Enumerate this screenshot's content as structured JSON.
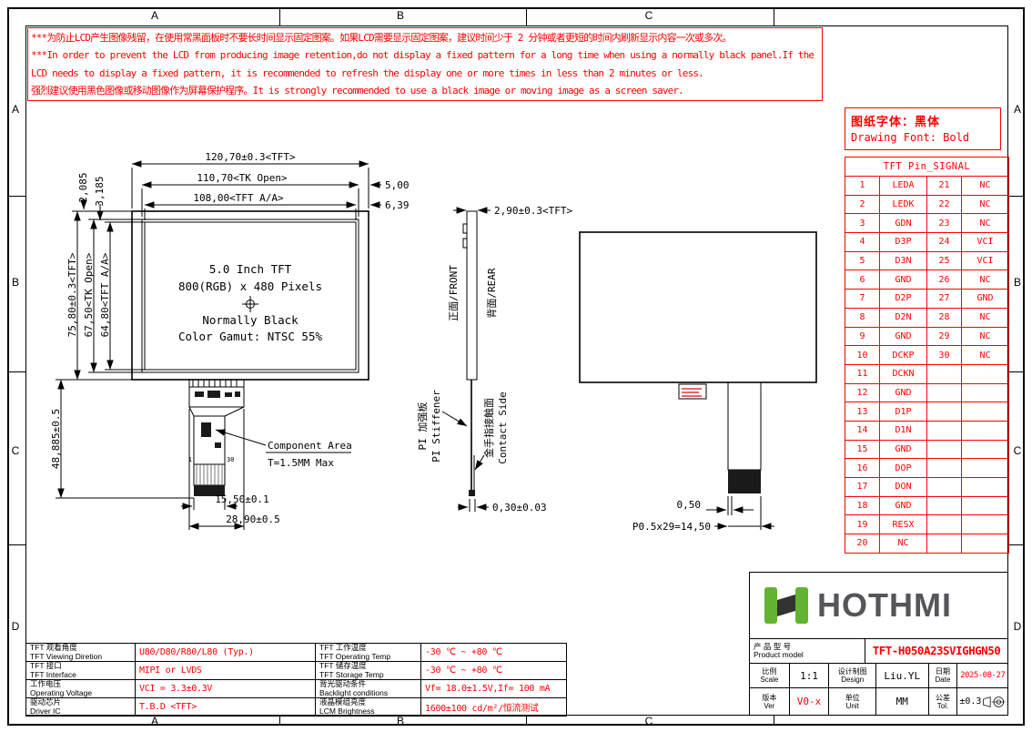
{
  "frame": {
    "rows": [
      "A",
      "B",
      "C",
      "D"
    ],
    "cols": [
      "A",
      "B",
      "C"
    ]
  },
  "warning": {
    "line1": "***为防止LCD产生图像残留，在使用常黑面板时不要长时间显示固定图案。如果LCD需要显示固定图案，建议时间少于 2 分钟或者更短的时间内刷新显示内容一次或多次。",
    "line2": "***In order to prevent the LCD from producing image retention,do not display a fixed pattern for a long time when using a normally black panel.If the",
    "line3": " LCD needs to display a fixed pattern,  it is recommended to refresh the display one or more times in less than 2 minutes or less.",
    "line4": "强烈建议使用黑色图像或移动图像作为屏幕保护程序。It is strongly recommended to use a black image or moving image as a screen saver."
  },
  "font_note": {
    "zh": "图纸字体：黑体",
    "en": "Drawing Font: Bold"
  },
  "front_view": {
    "dim_width_tft": "120,70±0.3<TFT>",
    "dim_width_tk": "110,70<TK Open>",
    "dim_width_aa": "108,00<TFT A/A>",
    "dim_5": "5,00",
    "dim_639": "6,39",
    "dim_2085": "2,085",
    "dim_3185": "3,185",
    "dim_h_tft": "75,80±0.3<TFT>",
    "dim_h_tk": "67,50<TK Open>",
    "dim_h_aa": "64,80<TFT A/A>",
    "dim_fpc_len": "48,885±0.5",
    "dim_fpc_w1": "15,50±0.1",
    "dim_fpc_w2": "28,90±0.5",
    "line1": "5.0 Inch TFT",
    "line2": "800(RGB) x 480 Pixels",
    "line3": "Normally Black",
    "line4": "Color Gamut: NTSC 55%",
    "comp1": "Component Area",
    "comp2": "T=1.5MM Max",
    "pin_first": "1",
    "pin_last": "30"
  },
  "side_view": {
    "dim_thickness": "2,90±0.3<TFT>",
    "front_label": "正面/FRONT",
    "rear_label": "背面/REAR",
    "pi_zh": "PI 加强板",
    "pi_en": "PI Stiffener",
    "contact_zh": "金手指接触面",
    "contact_en": "Contact Side",
    "dim_fpc_t": "0,30±0.03"
  },
  "rear_view": {
    "dim_offset": "0,50",
    "dim_pitch": "P0.5x29=14,50"
  },
  "pin_table": {
    "title": "TFT Pin_SIGNAL",
    "rows": [
      {
        "n1": "1",
        "s1": "LEDA",
        "n2": "21",
        "s2": "NC"
      },
      {
        "n1": "2",
        "s1": "LEDK",
        "n2": "22",
        "s2": "NC"
      },
      {
        "n1": "3",
        "s1": "GDN",
        "n2": "23",
        "s2": "NC"
      },
      {
        "n1": "4",
        "s1": "D3P",
        "n2": "24",
        "s2": "VCI"
      },
      {
        "n1": "5",
        "s1": "D3N",
        "n2": "25",
        "s2": "VCI"
      },
      {
        "n1": "6",
        "s1": "GND",
        "n2": "26",
        "s2": "NC"
      },
      {
        "n1": "7",
        "s1": "D2P",
        "n2": "27",
        "s2": "GND"
      },
      {
        "n1": "8",
        "s1": "D2N",
        "n2": "28",
        "s2": "NC"
      },
      {
        "n1": "9",
        "s1": "GND",
        "n2": "29",
        "s2": "NC"
      },
      {
        "n1": "10",
        "s1": "DCKP",
        "n2": "30",
        "s2": "NC"
      },
      {
        "n1": "11",
        "s1": "DCKN",
        "n2": "",
        "s2": ""
      },
      {
        "n1": "12",
        "s1": "GND",
        "n2": "",
        "s2": ""
      },
      {
        "n1": "13",
        "s1": "D1P",
        "n2": "",
        "s2": ""
      },
      {
        "n1": "14",
        "s1": "D1N",
        "n2": "",
        "s2": ""
      },
      {
        "n1": "15",
        "s1": "GND",
        "n2": "",
        "s2": ""
      },
      {
        "n1": "16",
        "s1": "DOP",
        "n2": "",
        "s2": ""
      },
      {
        "n1": "17",
        "s1": "DON",
        "n2": "",
        "s2": ""
      },
      {
        "n1": "18",
        "s1": "GND",
        "n2": "",
        "s2": ""
      },
      {
        "n1": "19",
        "s1": "RESX",
        "n2": "",
        "s2": ""
      },
      {
        "n1": "20",
        "s1": "NC",
        "n2": "",
        "s2": ""
      }
    ]
  },
  "spec_table": {
    "r1c1zh": "TFT 观看角度",
    "r1c1en": "TFT Viewing Diretion",
    "r1v1": "U80/D80/R80/L80 (Typ.)",
    "r1c2zh": "TFT 工作温度",
    "r1c2en": "TFT Operating Temp",
    "r1v2": "-30 ℃ ~ +80 ℃",
    "r2c1zh": "TFT 接口",
    "r2c1en": "TFT Interface",
    "r2v1": "MIPI or LVDS",
    "r2c2zh": "TFT 储存温度",
    "r2c2en": "TFT Storage Temp",
    "r2v2": "-30 ℃ ~ +80 ℃",
    "r3c1zh": "工作电压",
    "r3c1en": "Operating Voltage",
    "r3v1": "VCI = 3.3±0.3V",
    "r3c2zh": "背光驱动条件",
    "r3c2en": "Backlight conditions",
    "r3v2": "Vf= 18.0±1.5V,If= 100 mA",
    "r4c1zh": "驱动芯片",
    "r4c1en": "Driver IC",
    "r4v1": "T.B.D <TFT>",
    "r4c2zh": "液晶模组亮度",
    "r4c2en": "LCM Brightness",
    "r4v2": "1600±100 cd/m²/恒流测试"
  },
  "title_block": {
    "brand": "HOTHMI",
    "product_zh": "产 品 型 号",
    "product_en": "Product model",
    "product_value": "TFT-H050A23SVIGHGN50",
    "scale_zh": "比例",
    "scale_en": "Scale",
    "scale_value": "1:1",
    "design_zh": "设计制图",
    "design_en": "Design",
    "design_value": "Liu.YL",
    "date_zh": "日期",
    "date_en": "Date",
    "date_value": "2025-08-27",
    "ver_zh": "版本",
    "ver_en": "Ver",
    "ver_value": "V0-x",
    "unit_zh": "单位",
    "unit_en": "Unit",
    "unit_value": "MM",
    "tol_zh": "公差",
    "tol_en": "Tol.",
    "tol_value": "±0.3"
  },
  "colors": {
    "red": "#fe0000",
    "logo_green": "#62b331",
    "logo_dark": "#333333"
  }
}
